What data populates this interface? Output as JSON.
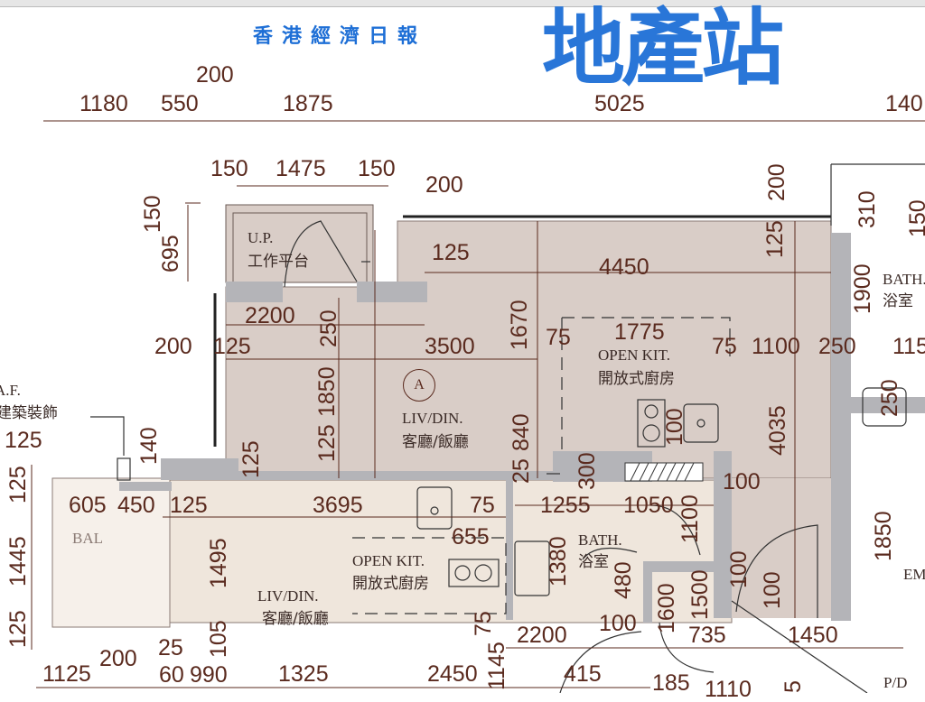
{
  "colors": {
    "ink": "#5a2a1e",
    "upper_fill": "#d9cdc7",
    "lower_fill": "#efe6dc",
    "wall": "#b4b4b8",
    "logo": "#1e6fd6"
  },
  "dims_h": [
    "200",
    "1180",
    "550",
    "1875",
    "5025",
    "140",
    "150",
    "1475",
    "150",
    "200",
    "125",
    "4450",
    "2200",
    "200",
    "125",
    "3500",
    "1775",
    "75",
    "75",
    "1100",
    "250",
    "115",
    "3695",
    "605",
    "450",
    "125",
    "75",
    "1255",
    "1050",
    "100",
    "655",
    "2200",
    "100",
    "735",
    "1450",
    "125",
    "1125",
    "200",
    "25",
    "60",
    "990",
    "1325",
    "2450",
    "415",
    "185",
    "1110"
  ],
  "dims_v": [
    "150",
    "695",
    "250",
    "1850",
    "125",
    "1670",
    "200",
    "125",
    "1900",
    "310",
    "150",
    "4035",
    "840",
    "100",
    "25",
    "125",
    "140",
    "300",
    "1100",
    "1380",
    "480",
    "100",
    "100",
    "1600",
    "1500",
    "1850",
    "250",
    "1445",
    "125",
    "125",
    "1495",
    "105",
    "75",
    "1145",
    "5"
  ],
  "rooms": {
    "up_en": "U.P.",
    "up_zh": "工作平台",
    "unit_mark": "A",
    "liv_en": "LIV/DIN.",
    "liv_zh": "客廳/飯廳",
    "kit_en": "OPEN KIT.",
    "kit_zh": "開放式廚房",
    "bath_en": "BATH.",
    "bath_zh": "浴室",
    "kit2_en": "OPEN KIT.",
    "kit2_zh": "開放式廚房",
    "bath2_en": "BATH.",
    "bath2_zh": "浴室",
    "bal": "BAL",
    "liv2_en": "LIV/DIN.",
    "liv2_zh": "客廳/飯廳",
    "af_en": "A.F.",
    "af_zh": "建築裝飾",
    "emc": "EMC",
    "pd": "P/D"
  },
  "watermark": {
    "name": "地產站",
    "sub": "香港經濟日報"
  }
}
